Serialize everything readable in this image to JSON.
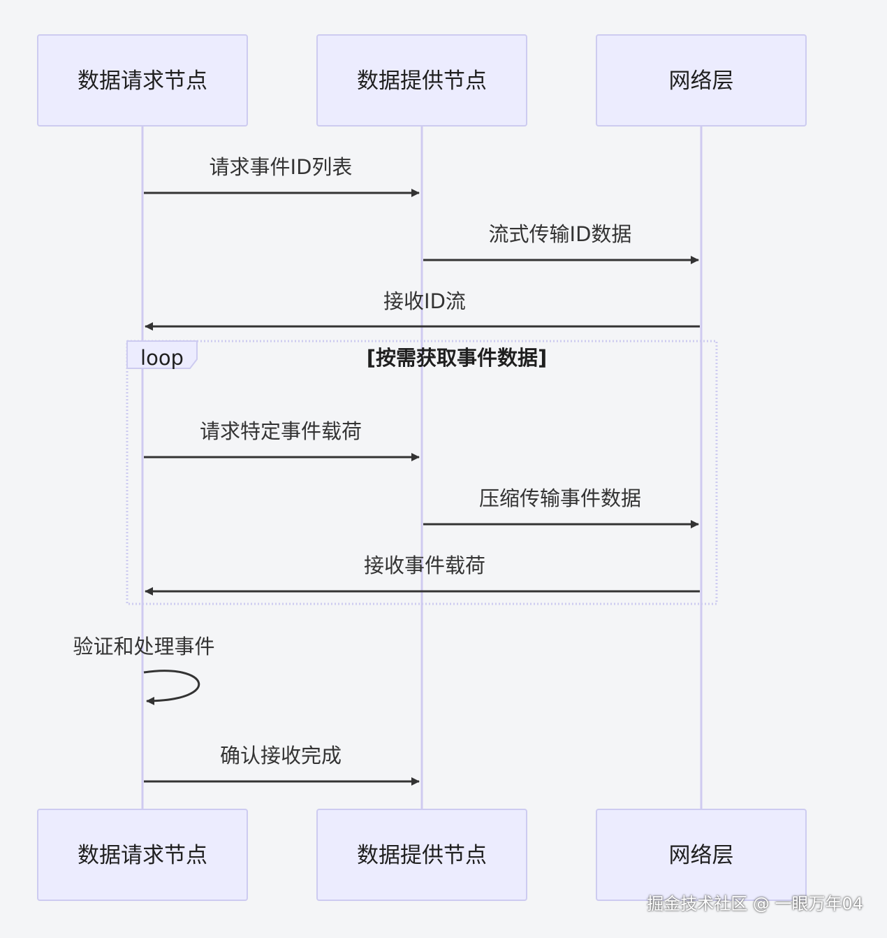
{
  "actors": [
    {
      "id": "requester",
      "label": "数据请求节点"
    },
    {
      "id": "provider",
      "label": "数据提供节点"
    },
    {
      "id": "network",
      "label": "网络层"
    }
  ],
  "messages": [
    {
      "from": "requester",
      "to": "provider",
      "label": "请求事件ID列表"
    },
    {
      "from": "provider",
      "to": "network",
      "label": "流式传输ID数据"
    },
    {
      "from": "network",
      "to": "requester",
      "label": "接收ID流"
    },
    {
      "from": "requester",
      "to": "provider",
      "label": "请求特定事件载荷"
    },
    {
      "from": "provider",
      "to": "network",
      "label": "压缩传输事件数据"
    },
    {
      "from": "network",
      "to": "requester",
      "label": "接收事件载荷"
    },
    {
      "from": "requester",
      "to": "requester",
      "label": "验证和处理事件"
    },
    {
      "from": "requester",
      "to": "provider",
      "label": "确认接收完成"
    }
  ],
  "loop": {
    "label": "loop",
    "condition": "[按需获取事件数据]"
  },
  "watermark": "掘金技术社区 @ 一眼万年04",
  "colors": {
    "background": "#f4f5f7",
    "actor_fill": "#ececfe",
    "actor_stroke": "#cdcbf0",
    "line": "#333333"
  }
}
